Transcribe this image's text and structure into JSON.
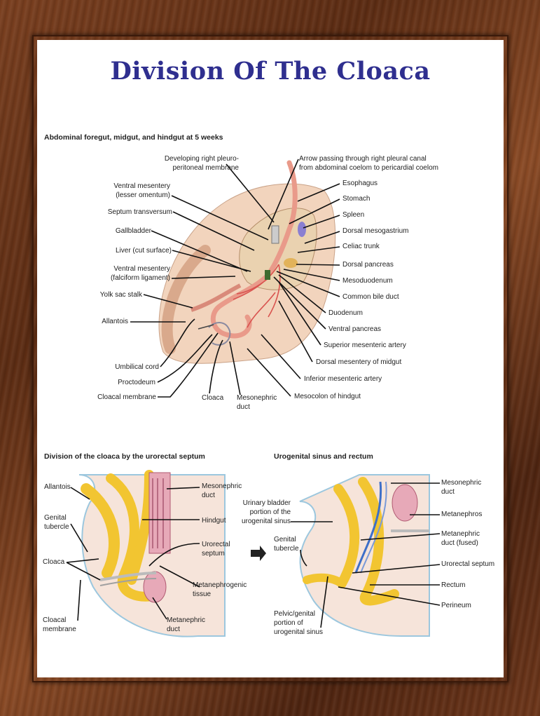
{
  "title": "Division Of The Cloaca",
  "section1": {
    "heading": "Abdominal foregut, midgut, and hindgut at 5 weeks",
    "labels_left": [
      "Developing right pleuro-\nperitoneal membrane",
      "Ventral mesentery\n(lesser omentum)",
      "Septum transversum",
      "Gallbladder",
      "Liver (cut surface)",
      "Ventral mesentery\n(falciform ligament)",
      "Yolk sac stalk",
      "Allantois",
      "Umbilical cord",
      "Proctodeum",
      "Cloacal membrane"
    ],
    "labels_right": [
      "Arrow passing through right pleural canal\nfrom abdominal coelom to pericardial coelom",
      "Esophagus",
      "Stomach",
      "Spleen",
      "Dorsal mesogastrium",
      "Celiac trunk",
      "Dorsal pancreas",
      "Mesoduodenum",
      "Common bile duct",
      "Duodenum",
      "Ventral pancreas",
      "Superior mesenteric artery",
      "Dorsal mesentery of midgut",
      "Inferior mesenteric artery",
      "Mesocolon of hindgut"
    ],
    "labels_bottom": [
      "Cloaca",
      "Mesonephric\nduct"
    ]
  },
  "section2": {
    "heading": "Division of the cloaca by the urorectal septum",
    "labels": [
      "Allantois",
      "Genital\ntubercle",
      "Cloaca",
      "Cloacal\nmembrane",
      "Mesonephric\nduct",
      "Hindgut",
      "Urorectal\nseptum",
      "Metanephrogenic\ntissue",
      "Metanephric\nduct"
    ]
  },
  "section3": {
    "heading": "Urogenital sinus and rectum",
    "labels": [
      "Urinary bladder\nportion of the\nurogenital sinus",
      "Genital\ntubercle",
      "Pelvic/genital\nportion of\nurogenital sinus",
      "Mesonephric\nduct",
      "Metanephros",
      "Metanephric\nduct (fused)",
      "Urorectal septum",
      "Rectum",
      "Perineum"
    ]
  },
  "colors": {
    "title": "#2f2f8f",
    "frame": "#6d361a",
    "tissue": "#f2d9c3",
    "gut": "#f5c842",
    "vessel": "#d9534f"
  }
}
